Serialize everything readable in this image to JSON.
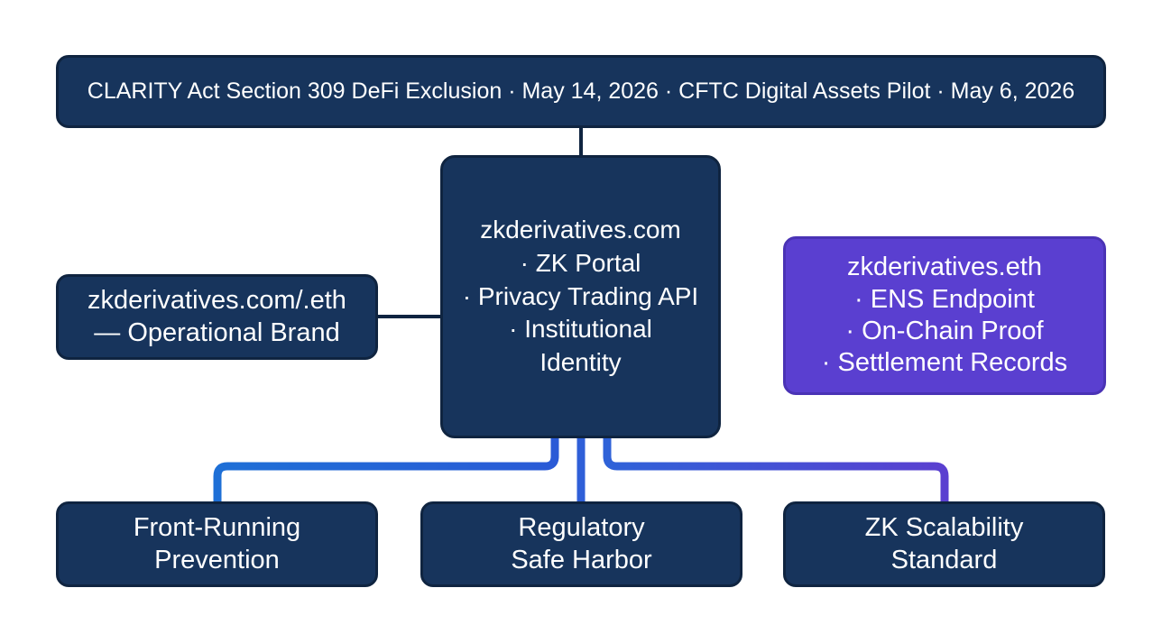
{
  "banner": {
    "text": "CLARITY Act Section 309 DeFi Exclusion · May 14, 2026 · CFTC Digital Assets Pilot · May 6, 2026"
  },
  "center": {
    "lines": [
      "zkderivatives.com",
      "· ZK Portal",
      "· Privacy Trading API",
      "· Institutional",
      "Identity"
    ]
  },
  "left": {
    "lines": [
      "zkderivatives.com/.eth",
      "— Operational Brand"
    ]
  },
  "right": {
    "lines": [
      "zkderivatives.eth",
      "· ENS Endpoint",
      "· On-Chain Proof",
      "· Settlement Records"
    ]
  },
  "bottom": [
    {
      "lines": [
        "Front-Running",
        "Prevention"
      ]
    },
    {
      "lines": [
        "Regulatory",
        "Safe Harbor"
      ]
    },
    {
      "lines": [
        "ZK Scalability",
        "Standard"
      ]
    }
  ],
  "colors": {
    "navy": "#17345c",
    "purple": "#5a3fd0",
    "connector_dark": "#0f2440",
    "connector_blue": "#2f62d8",
    "connector_violet": "#5a3fd0"
  }
}
